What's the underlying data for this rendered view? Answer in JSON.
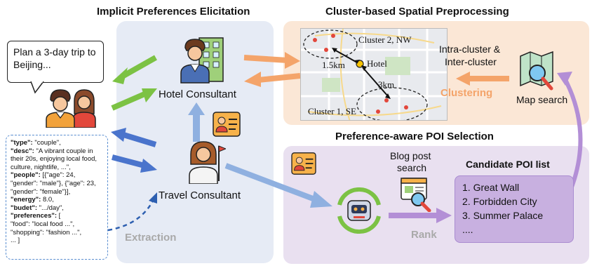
{
  "titles": {
    "implicit": "Implicit Preferences Elicitation",
    "cluster": "Cluster-based Spatial Preprocessing",
    "poi": "Preference-aware POI Selection"
  },
  "user": {
    "request": "Plan a 3-day trip to Beijing..."
  },
  "profile": {
    "type_key": "\"type\":",
    "type_val": " \"couple\",",
    "desc_key": "\"desc\":",
    "desc_val": " \"A vibrant couple in their 20s, enjoying local food, culture, nightlife, ...\",",
    "people_key": "\"people\":",
    "people_val": " [{\"age\": 24, \"gender\": \"male\"}, {\"age\": 23, \"gender\": \"female\"}],",
    "energy_key": "\"energy\":",
    "energy_val": " 8.0,",
    "budet_key": "\"budet\":",
    "budet_val": " \".../day\",",
    "pref_key": "\"preferences\":",
    "pref_val": " [",
    "pref_line1": "\"food\": \"local food ...\",",
    "pref_line2": "\"shopping\":  \"fashion ...\",",
    "pref_line3": "... ]"
  },
  "agents": {
    "hotel": "Hotel Consultant",
    "travel": "Travel Consultant"
  },
  "labels": {
    "extraction": "Extraction",
    "clustering": "Clustering",
    "rank": "Rank",
    "intra": "Intra-cluster &",
    "inter": "Inter-cluster",
    "map_search": "Map search",
    "blog_line1": "Blog post",
    "blog_line2": "search",
    "candidate": "Candidate POI list"
  },
  "map": {
    "cluster_nw": "Cluster 2, NW",
    "cluster_se": "Cluster 1, SE",
    "hotel": "Hotel",
    "dist1": "1.5km",
    "dist2": "3km"
  },
  "poi_list": [
    "1. Great Wall",
    "2. Forbidden City",
    "3. Summer Palace",
    "...."
  ],
  "colors": {
    "green_arrow": "#7cc244",
    "blue_arrow": "#4a74cc",
    "orange_arrow": "#f4a46a",
    "purple_arrow": "#b38fd6",
    "light_blue_arrow": "#8fb0e0"
  }
}
